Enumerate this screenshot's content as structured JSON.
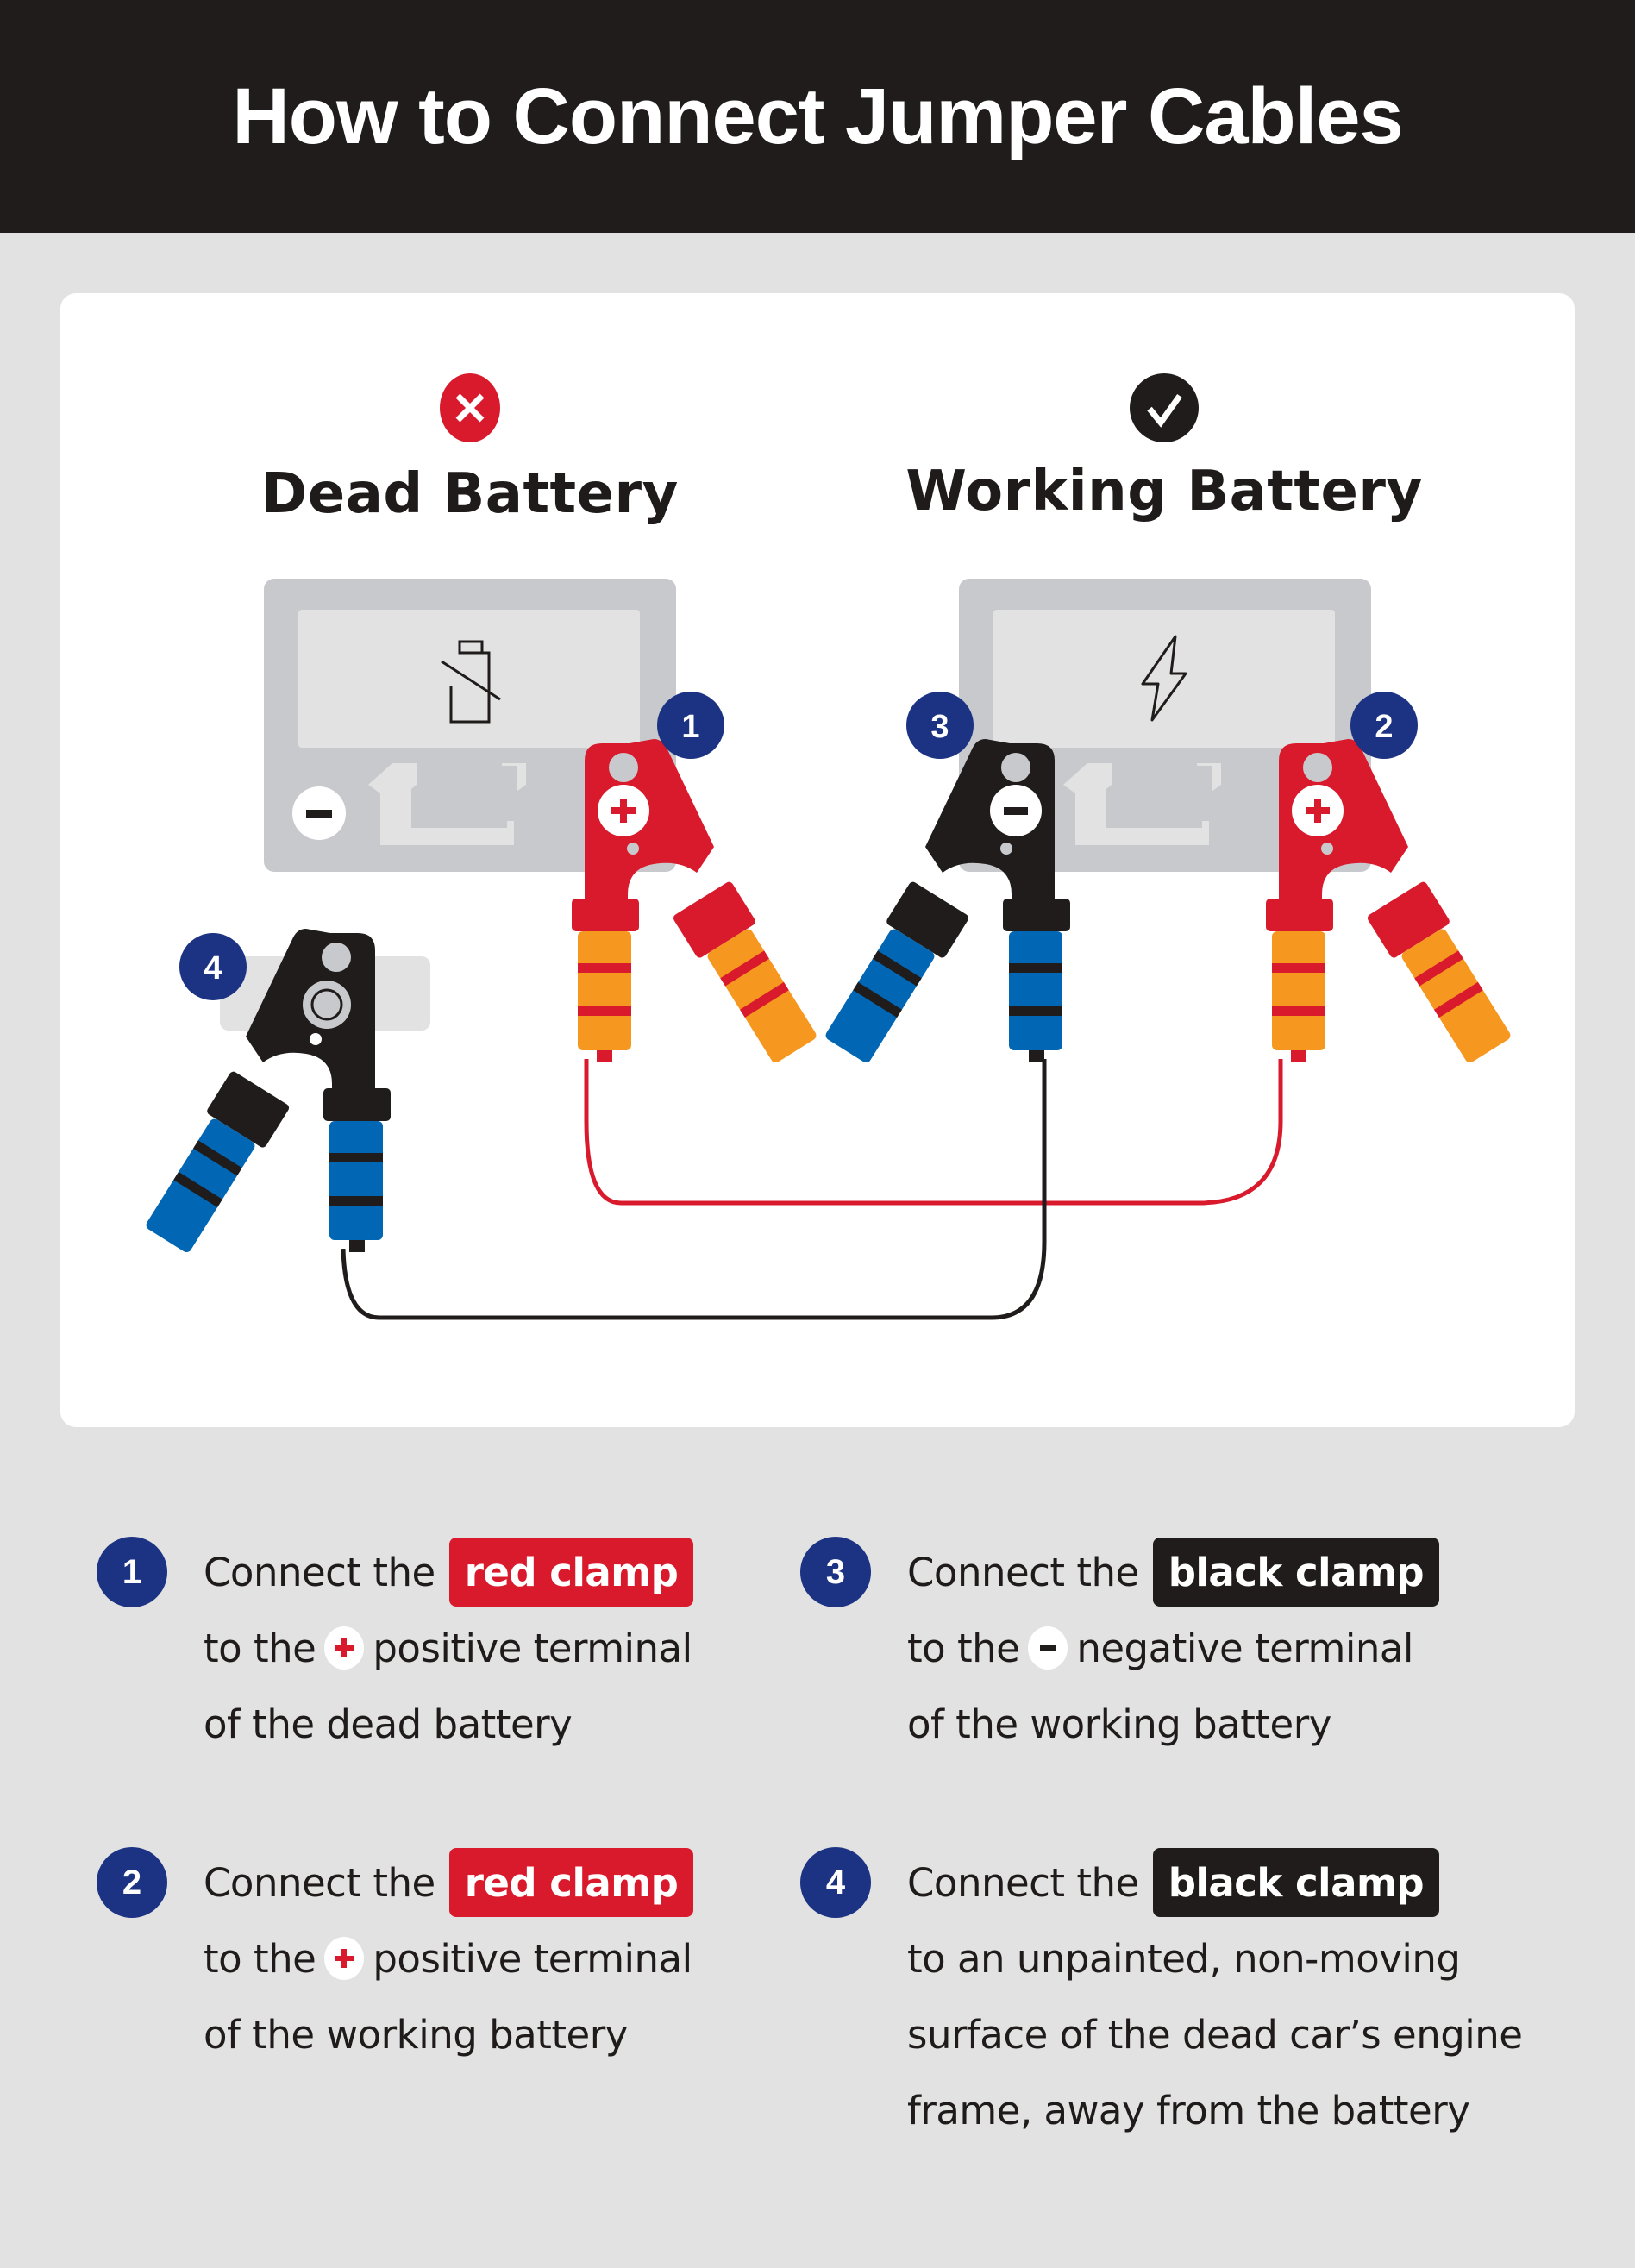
{
  "header": {
    "title": "How to Connect Jumper Cables"
  },
  "colors": {
    "header_bg": "#201c1b",
    "page_bg": "#e2e2e2",
    "card_bg": "#ffffff",
    "red": "#d91a2c",
    "black": "#201c1b",
    "navy": "#1c3384",
    "orange_grip": "#f6971f",
    "blue_grip": "#0166b4",
    "battery_gray": "#c8c9cc",
    "battery_light": "#e2e2e2"
  },
  "batteries": [
    {
      "id": "dead",
      "label": "Dead Battery",
      "status_icon": "x-circle-icon",
      "status_color": "#d91a2c",
      "face_icon": "battery-empty-slash-icon"
    },
    {
      "id": "working",
      "label": "Working Battery",
      "status_icon": "check-circle-icon",
      "status_color": "#201c1b",
      "face_icon": "lightning-bolt-icon"
    }
  ],
  "diagram_markers": [
    {
      "number": "1",
      "target": "dead battery positive terminal",
      "clamp": "red"
    },
    {
      "number": "2",
      "target": "working battery positive terminal",
      "clamp": "red"
    },
    {
      "number": "3",
      "target": "working battery negative terminal",
      "clamp": "black"
    },
    {
      "number": "4",
      "target": "unpainted metal surface on engine frame",
      "clamp": "black"
    }
  ],
  "terminal_symbols": {
    "positive": "+",
    "negative": "−"
  },
  "steps": [
    {
      "number": "1",
      "prefix": "Connect the",
      "chip": "red clamp",
      "chip_color": "red",
      "line2_pre": "to the",
      "terminal": "positive",
      "line2_post": "positive terminal",
      "rest": [
        "of the dead battery"
      ]
    },
    {
      "number": "2",
      "prefix": "Connect the",
      "chip": "red clamp",
      "chip_color": "red",
      "line2_pre": "to the",
      "terminal": "positive",
      "line2_post": "positive terminal",
      "rest": [
        "of the working battery"
      ]
    },
    {
      "number": "3",
      "prefix": "Connect the",
      "chip": "black clamp",
      "chip_color": "black",
      "line2_pre": "to the",
      "terminal": "negative",
      "line2_post": "negative terminal",
      "rest": [
        "of the working battery"
      ]
    },
    {
      "number": "4",
      "prefix": "Connect the",
      "chip": "black clamp",
      "chip_color": "black",
      "line2_full": "to an unpainted, non-moving",
      "rest": [
        "surface of the dead car’s engine",
        "frame, away from the battery"
      ]
    }
  ]
}
